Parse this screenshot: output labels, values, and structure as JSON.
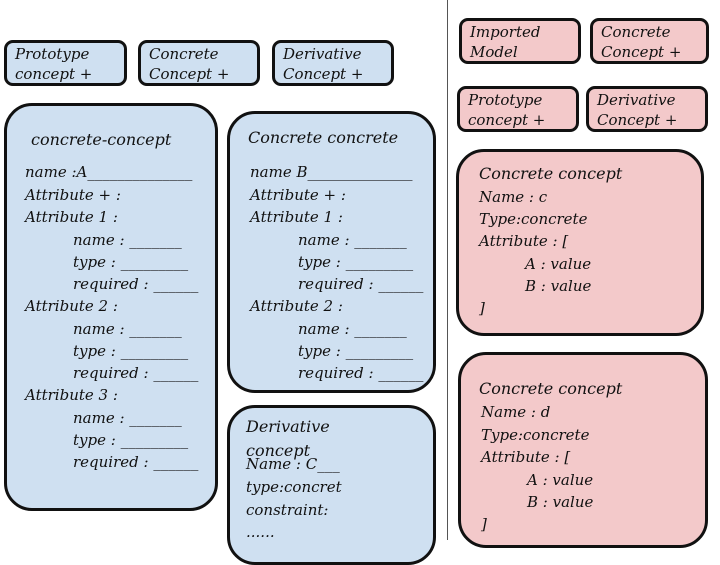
{
  "left_buttons": [
    {
      "line1": "Prototype",
      "line2": "concept   +"
    },
    {
      "line1": "Concrete",
      "line2": "Concept   +"
    },
    {
      "line1": "Derivative",
      "line2": "Concept +"
    }
  ],
  "right_buttons": [
    {
      "line1": "Imported",
      "line2": "Model"
    },
    {
      "line1": "Concrete",
      "line2": "Concept   +"
    },
    {
      "line1": "Prototype",
      "line2": "concept   +"
    },
    {
      "line1": "Derivative",
      "line2": "Concept +"
    }
  ],
  "card_a": {
    "title": "concrete-concept",
    "lines": [
      "name :A______________",
      "Attribute + :",
      "Attribute 1 :",
      "name : _______",
      "type : _________",
      "required : ______",
      "Attribute 2 :",
      "name : _______",
      "type : _________",
      "required : ______",
      "Attribute 3 :",
      "name : _______",
      "type : _________",
      "required : ______"
    ]
  },
  "card_b": {
    "title": "Concrete concrete",
    "lines": [
      "name B______________",
      "Attribute + :",
      "Attribute 1 :",
      "name : _______",
      "type : _________",
      "required : ______",
      "Attribute 2 :",
      "name : _______",
      "type : _________",
      "required : ______"
    ]
  },
  "card_derivative": {
    "title_line1": "Derivative",
    "title_line2": "concept",
    "lines": [
      "Name : C___",
      "type:concret",
      "constraint:",
      "......"
    ]
  },
  "card_c": {
    "title": "Concrete concept",
    "lines": [
      "Name : c",
      "Type:concrete",
      "Attribute : [",
      "A : value",
      "B : value",
      "]"
    ]
  },
  "card_d": {
    "title": "Concrete concept",
    "lines": [
      "Name : d",
      "Type:concrete",
      "Attribute : [",
      "A : value",
      "B : value",
      "]"
    ]
  },
  "colors": {
    "blue_fill": "#cfe0f1",
    "pink_fill": "#f3c9ca",
    "stroke": "#111111"
  }
}
